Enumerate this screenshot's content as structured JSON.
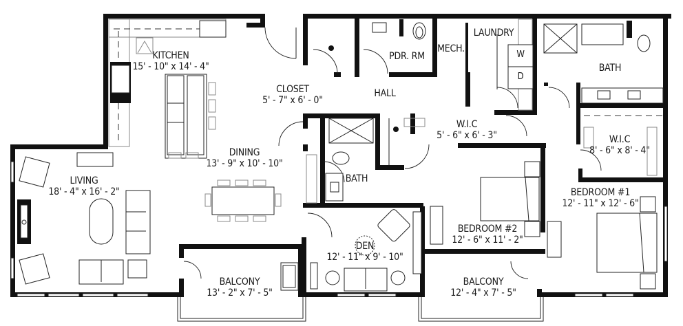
{
  "plan": {
    "rooms": [
      {
        "id": "kitchen",
        "name": "KITCHEN",
        "dimensions": "15' - 10\" x 14' - 4\""
      },
      {
        "id": "closet",
        "name": "CLOSET",
        "dimensions": "5' - 7\" x 6' - 0\""
      },
      {
        "id": "pdr-rm",
        "name": "PDR. RM",
        "dimensions": ""
      },
      {
        "id": "mech",
        "name": "MECH.",
        "dimensions": ""
      },
      {
        "id": "laundry",
        "name": "LAUNDRY",
        "dimensions": ""
      },
      {
        "id": "hall",
        "name": "HALL",
        "dimensions": ""
      },
      {
        "id": "bath-master",
        "name": "BATH",
        "dimensions": ""
      },
      {
        "id": "wic-1",
        "name": "W.I.C",
        "dimensions": "5' - 6\" x 6' - 3\""
      },
      {
        "id": "wic-2",
        "name": "W.I.C",
        "dimensions": "8' - 6\" x 8' - 4\""
      },
      {
        "id": "dining",
        "name": "DINING",
        "dimensions": "13' - 9\" x 10' - 10\""
      },
      {
        "id": "bath-2",
        "name": "BATH",
        "dimensions": ""
      },
      {
        "id": "living",
        "name": "LIVING",
        "dimensions": "18' - 4\" x 16' - 2\""
      },
      {
        "id": "bedroom-1",
        "name": "BEDROOM #1",
        "dimensions": "12' - 11\" x 12' - 6\""
      },
      {
        "id": "bedroom-2",
        "name": "BEDROOM #2",
        "dimensions": "12' - 6\" x 11' - 2\""
      },
      {
        "id": "den",
        "name": "DEN",
        "dimensions": "12' - 11\" x 9' - 10\""
      },
      {
        "id": "balcony-1",
        "name": "BALCONY",
        "dimensions": "13' - 2\" x 7' - 5\""
      },
      {
        "id": "balcony-2",
        "name": "BALCONY",
        "dimensions": "12' - 4\" x 7' - 5\""
      }
    ],
    "appliances": {
      "washer": "W",
      "dryer": "D"
    },
    "colors": {
      "wall": "#111111",
      "background": "#ffffff",
      "line": "#222222"
    }
  }
}
